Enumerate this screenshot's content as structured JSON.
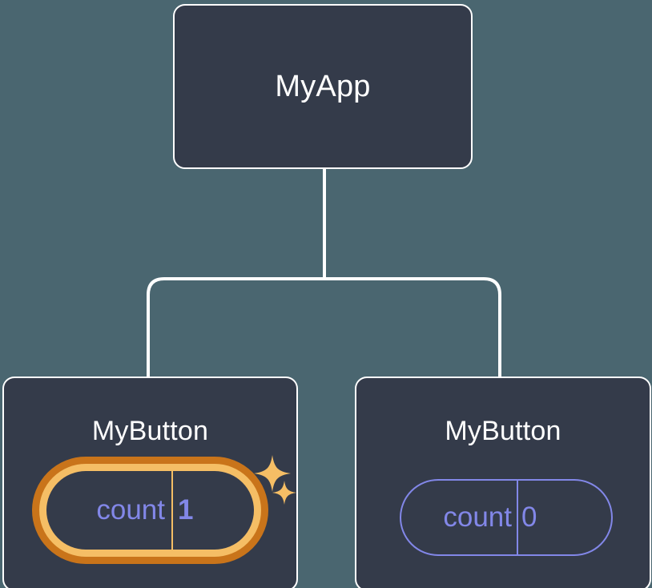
{
  "diagram": {
    "type": "component-tree",
    "background_color": "#4a6670",
    "node_fill_color": "#343b4a",
    "node_border_color": "#ffffff",
    "connector_color": "#ffffff",
    "accent_state_color": "#8287e8",
    "highlight_outer_color": "#c9741a",
    "highlight_inner_color": "#f5be65",
    "title_color": "#ffffff"
  },
  "root": {
    "title": "MyApp"
  },
  "children": [
    {
      "title": "MyButton",
      "state": {
        "label": "count",
        "value": "1",
        "highlighted": true,
        "sparkle_big": "sparkle-icon",
        "sparkle_small": "sparkle-icon"
      }
    },
    {
      "title": "MyButton",
      "state": {
        "label": "count",
        "value": "0",
        "highlighted": false
      }
    }
  ]
}
